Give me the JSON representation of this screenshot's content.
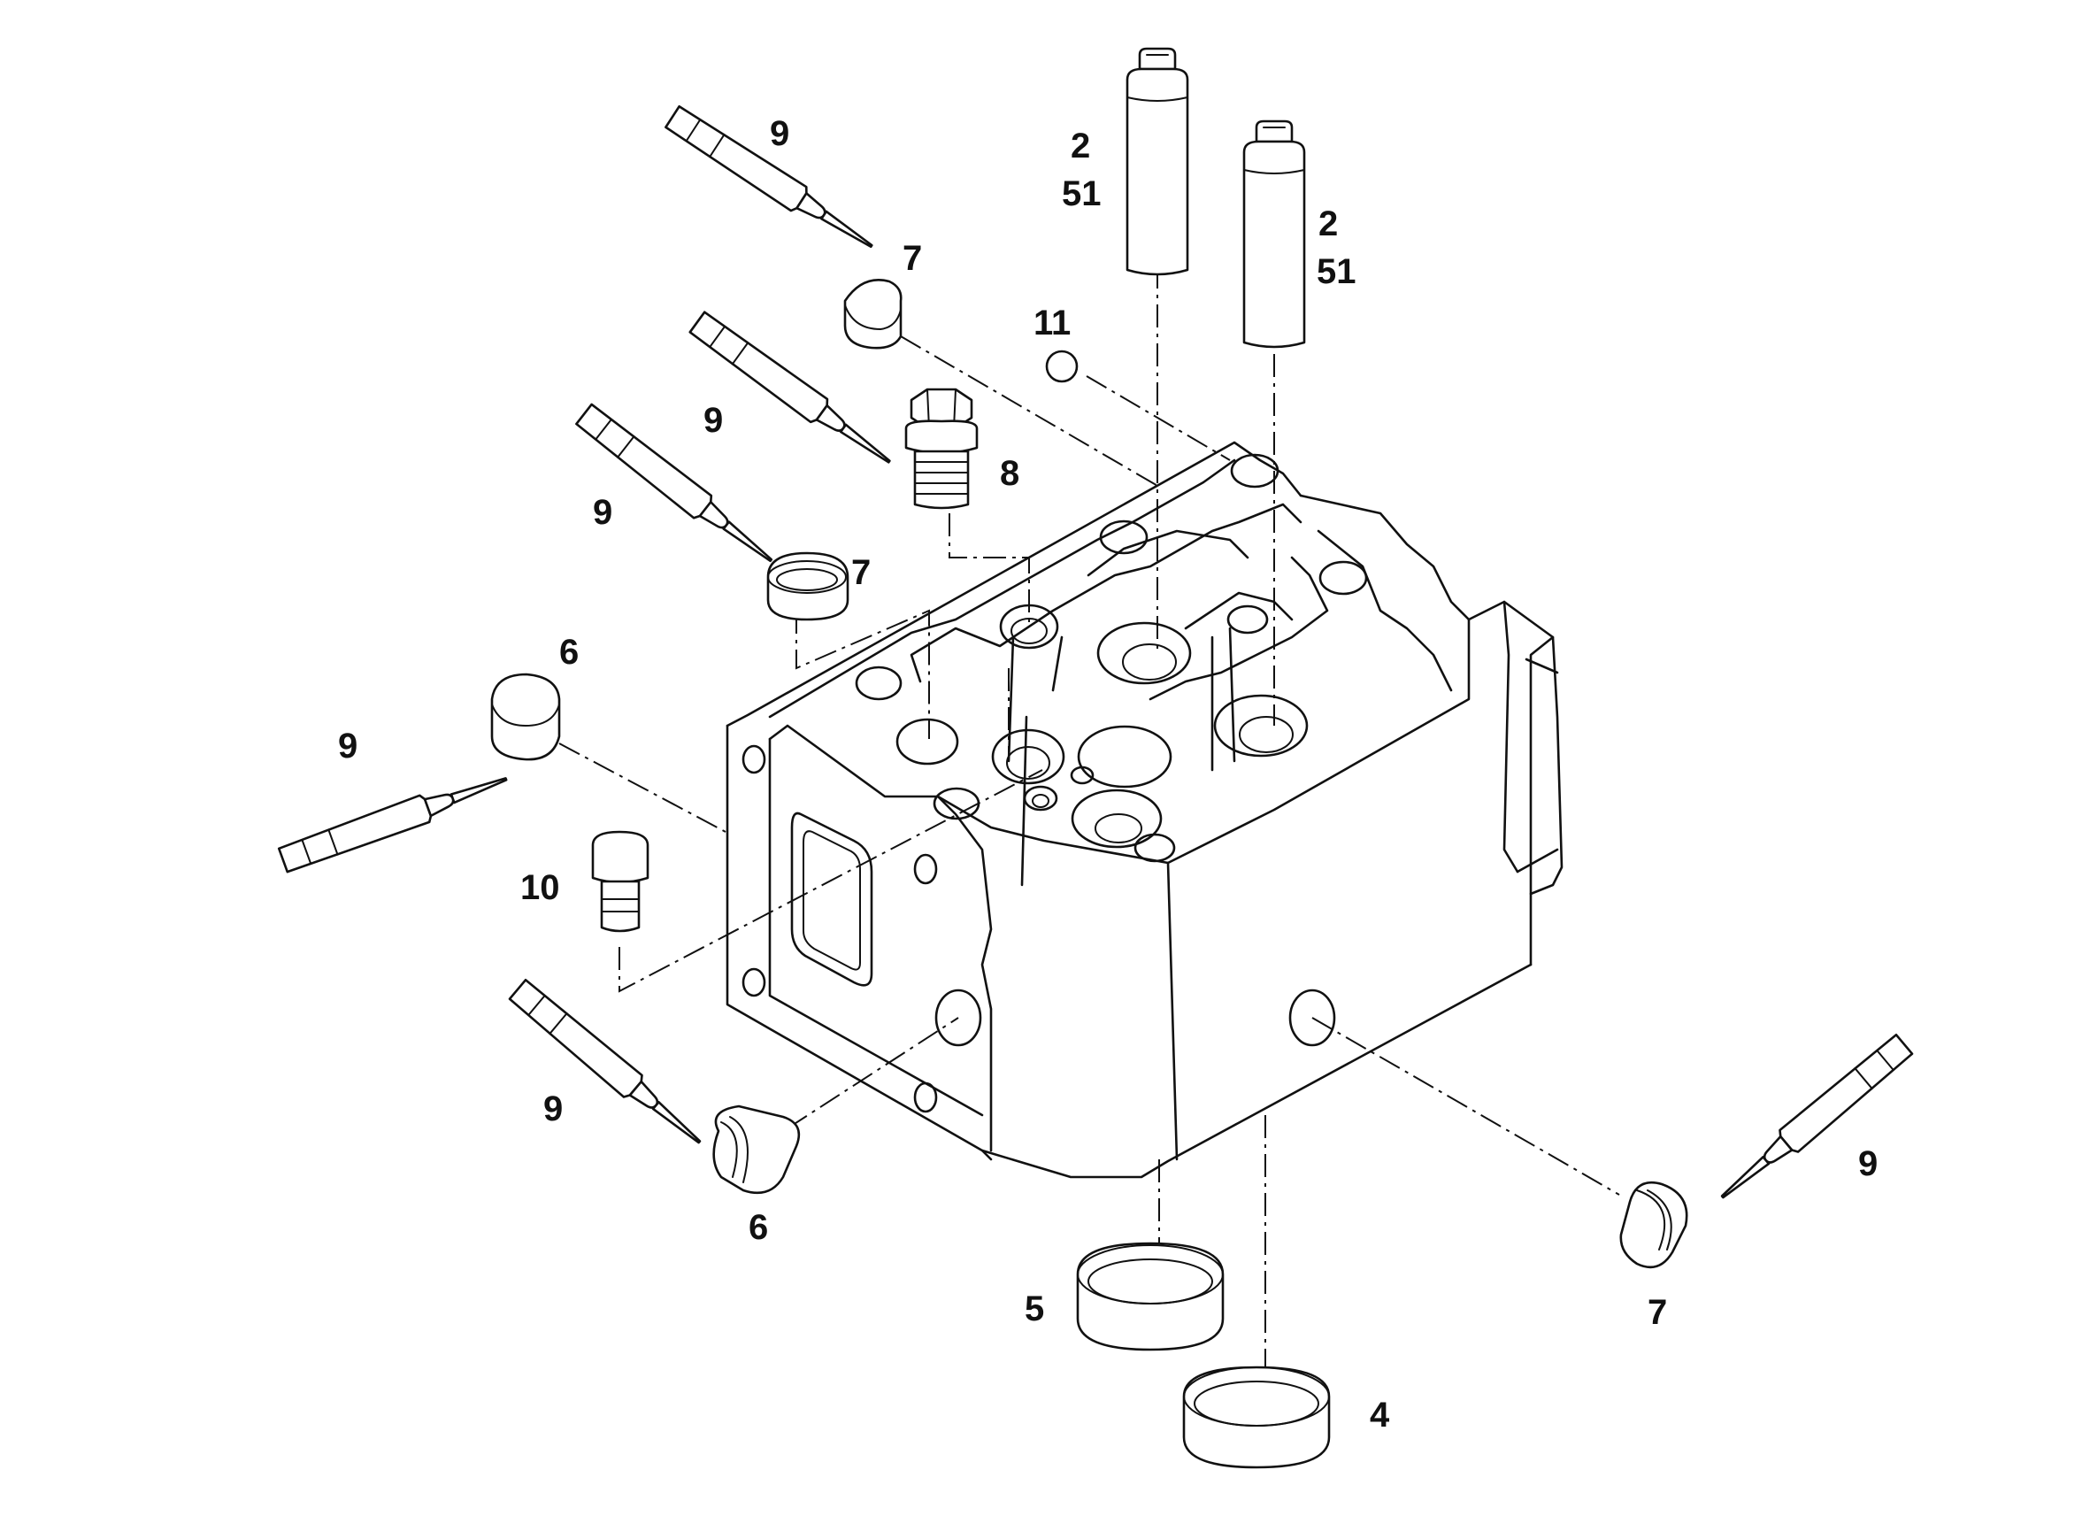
{
  "callouts": {
    "c_2a": "2",
    "c_51a": "51",
    "c_2b": "2",
    "c_51b": "51",
    "c_9a": "9",
    "c_9b": "9",
    "c_9c": "9",
    "c_9d": "9",
    "c_9e": "9",
    "c_9f": "9",
    "c_7a": "7",
    "c_7b": "7",
    "c_7c": "7",
    "c_11": "11",
    "c_8": "8",
    "c_6a": "6",
    "c_6b": "6",
    "c_10": "10",
    "c_5": "5",
    "c_4": "4"
  }
}
